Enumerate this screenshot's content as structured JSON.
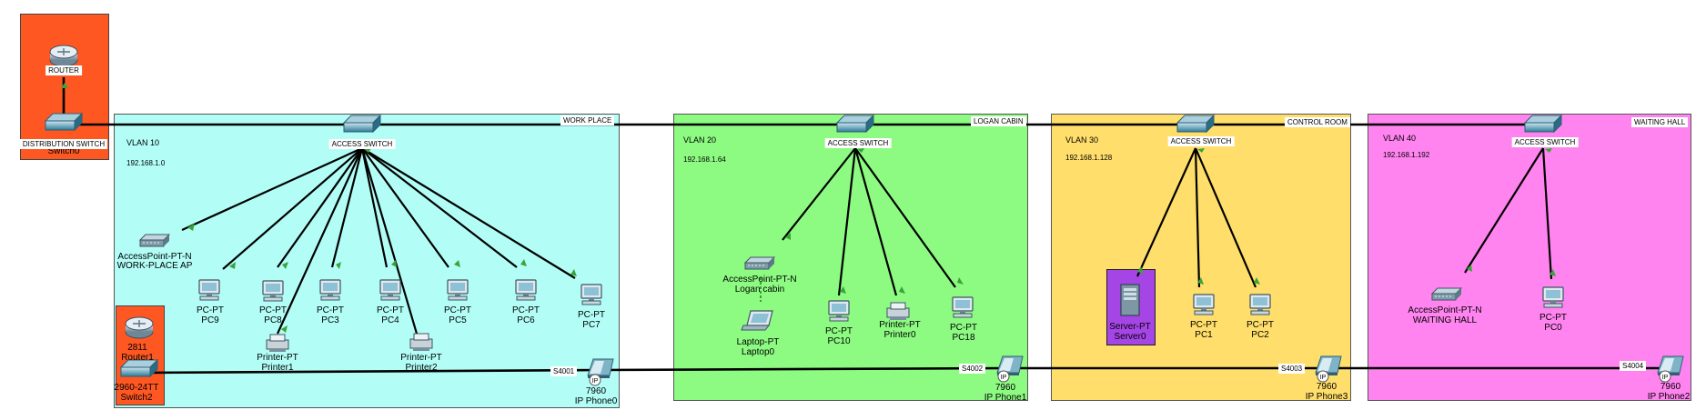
{
  "colors": {
    "router_area": "#ff5722",
    "work_place": "#b2fef7",
    "logan_cabin": "#8dfb82",
    "control_room": "#ffde6b",
    "waiting_hall": "#ff84ef",
    "server_box": "#a545e6",
    "link": "#000000",
    "link_marker": "#3aa33a"
  },
  "router_area": {
    "router_label": "ROUTER",
    "switch_label": "DISTRIBUTION SWITCH",
    "switch_name": "Switch0"
  },
  "work_place": {
    "title": "WORK PLACE",
    "vlan": "VLAN 10",
    "network": "192.168.1.0",
    "switch_label": "ACCESS SWITCH",
    "ap_model": "AccessPoint-PT-N",
    "ap_name": "WORK-PLACE AP",
    "pcs": [
      {
        "model": "PC-PT",
        "name": "PC9"
      },
      {
        "model": "PC-PT",
        "name": "PC8"
      },
      {
        "model": "PC-PT",
        "name": "PC3"
      },
      {
        "model": "PC-PT",
        "name": "PC4"
      },
      {
        "model": "PC-PT",
        "name": "PC5"
      },
      {
        "model": "PC-PT",
        "name": "PC6"
      },
      {
        "model": "PC-PT",
        "name": "PC7"
      }
    ],
    "printers": [
      {
        "model": "Printer-PT",
        "name": "Printer1"
      },
      {
        "model": "Printer-PT",
        "name": "Printer2"
      }
    ],
    "router_model": "2811",
    "router_name": "Router1",
    "switch2_model": "2960-24TT",
    "switch2_name": "Switch2",
    "phone_port": "S4001",
    "phone_model": "7960",
    "phone_name": "IP Phone0"
  },
  "logan_cabin": {
    "title": "LOGAN CABIN",
    "vlan": "VLAN 20",
    "network": "192.168.1.64",
    "switch_label": "ACCESS SWITCH",
    "ap_model": "AccessPoint-PT-N",
    "ap_name": "Logan cabin",
    "laptop_model": "Laptop-PT",
    "laptop_name": "Laptop0",
    "pc_model": "PC-PT",
    "pc10_name": "PC10",
    "pc18_name": "PC18",
    "printer_model": "Printer-PT",
    "printer_name": "Printer0",
    "phone_port": "S4002",
    "phone_model": "7960",
    "phone_name": "IP Phone1"
  },
  "control_room": {
    "title": "CONTROL ROOM",
    "vlan": "VLAN 30",
    "network": "192.168.1.128",
    "switch_label": "ACCESS SWITCH",
    "server_model": "Server-PT",
    "server_name": "Server0",
    "pc_model": "PC-PT",
    "pc1_name": "PC1",
    "pc2_name": "PC2",
    "phone_port": "S4003",
    "phone_model": "7960",
    "phone_name": "IP Phone3"
  },
  "waiting_hall": {
    "title": "WAITING HALL",
    "vlan": "VLAN 40",
    "network": "192.168.1.192",
    "switch_label": "ACCESS SWITCH",
    "ap_model": "AccessPoint-PT-N",
    "ap_name": "WAITING HALL",
    "pc_model": "PC-PT",
    "pc0_name": "PC0",
    "phone_port": "S4004",
    "phone_model": "7960",
    "phone_name": "IP Phone2"
  }
}
